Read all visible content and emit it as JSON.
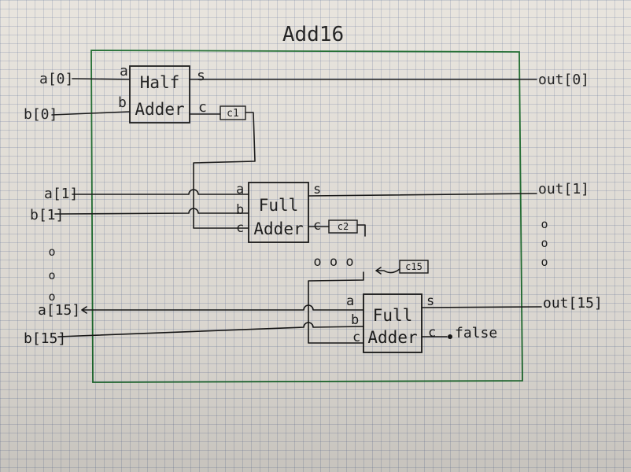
{
  "title": "Add16",
  "colors": {
    "frame": "#1d6b2e",
    "ink": "#161616",
    "paper": "#e7e3dc"
  },
  "inputs": {
    "a0": "a[0]",
    "b0": "b[0]",
    "a1": "a[1]",
    "b1": "b[1]",
    "a15": "a[15]",
    "b15": "b[15]"
  },
  "outputs": {
    "out0": "out[0]",
    "out1": "out[1]",
    "out15": "out[15]"
  },
  "half_adder": {
    "line1": "Half",
    "line2": "Adder",
    "port_a": "a",
    "port_b": "b",
    "port_s": "s",
    "port_c": "c"
  },
  "full_adder_1": {
    "line1": "Full",
    "line2": "Adder",
    "port_a": "a",
    "port_b": "b",
    "port_c_in": "c",
    "port_s": "s",
    "port_c": "c"
  },
  "full_adder_15": {
    "line1": "Full",
    "line2": "Adder",
    "port_a": "a",
    "port_b": "b",
    "port_c_in": "c",
    "port_s": "s",
    "port_c": "c"
  },
  "carries": {
    "c1": "c1",
    "c2": "c2",
    "c15": "c15"
  },
  "carry_out": "false",
  "ellipsis": {
    "left": [
      "o",
      "o",
      "o"
    ],
    "right": [
      "o",
      "o",
      "o"
    ],
    "middle": "o o o"
  }
}
